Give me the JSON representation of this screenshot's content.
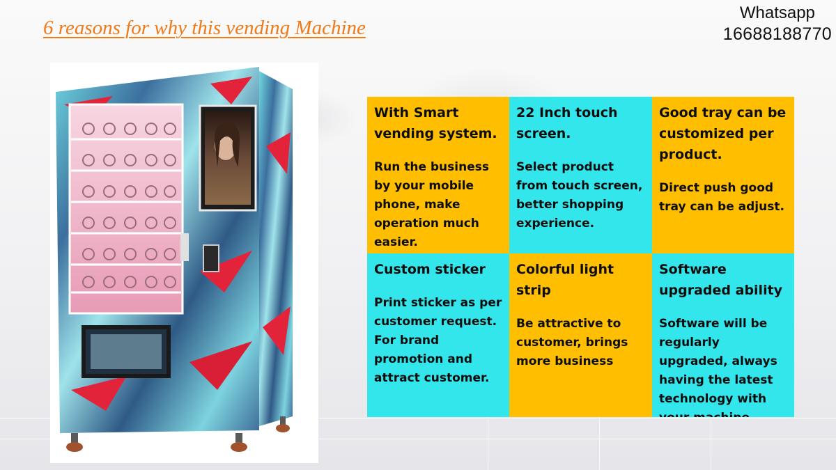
{
  "title": "6 reasons for why this vending Machine",
  "contact": {
    "label": "Whatsapp",
    "number": "16688188770"
  },
  "image": {
    "subject": "vending-machine-with-touch-screen"
  },
  "colors": {
    "title": "#f07918",
    "orange": "#ffbf00",
    "cyan": "#33e6ec"
  },
  "features": [
    {
      "heading": "With Smart vending system.",
      "body": "Run the business by your mobile phone, make operation much easier.",
      "color": "orange"
    },
    {
      "heading": "22 Inch touch screen.",
      "body": "Select product from touch screen, better shopping experience.",
      "color": "cyan"
    },
    {
      "heading": "Good tray can be customized per product.",
      "body": "Direct push good tray can be adjust.",
      "color": "orange"
    },
    {
      "heading": "Custom sticker",
      "body": "Print sticker as per customer request. For brand promotion and attract customer.",
      "color": "cyan"
    },
    {
      "heading": "Colorful light strip",
      "body": "Be attractive to customer, brings more business",
      "color": "orange"
    },
    {
      "heading": "Software upgraded ability",
      "body": "Software will be regularly upgraded, always having the latest technology with your machine.",
      "color": "cyan"
    }
  ]
}
